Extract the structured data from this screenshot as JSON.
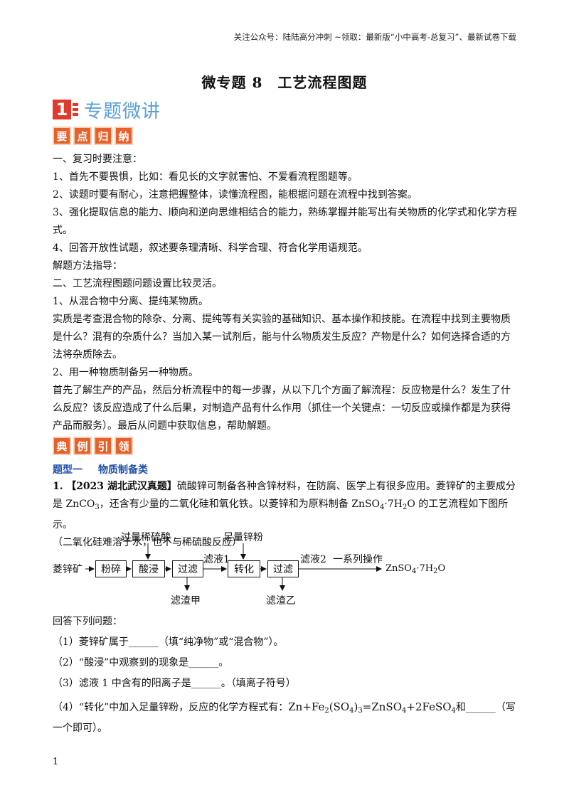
{
  "header_note": "关注公众号：陆陆高分冲刺  ~领取：最新版“小中高考-总复习”、最新试卷下载",
  "title": "微专题 8　工艺流程图题",
  "banner": {
    "number": "1",
    "text": "专题微讲"
  },
  "tags_summary": [
    "要",
    "点",
    "归",
    "纳"
  ],
  "tags_examples": [
    "典",
    "例",
    "引",
    "领"
  ],
  "paragraphs": [
    "一、复习时要注意：",
    "1、首先不要畏惧，比如：看见长的文字就害怕、不爱看流程图题等。",
    "2、读题时要有耐心，注意把握整体，读懂流程图，能根据问题在流程中找到答案。",
    "3、强化提取信息的能力、顺向和逆向思维相结合的能力，熟练掌握并能写出有关物质的化学式和化学方程式。",
    "4、回答开放性试题，叙述要条理清晰、科学合理、符合化学用语规范。",
    "解题方法指导：",
    "二、工艺流程图题问题设置比较灵活。",
    "1、从混合物中分离、提纯某物质。",
    "实质是考查混合物的除杂、分离、提纯等有关实验的基础知识、基本操作和技能。在流程中找到主要物质是什么？混有的杂质什么？当加入某一试剂后，能与什么物质发生反应？产物是什么？如何选择合适的方法将杂质除去。",
    "2、用一种物质制备另一种物质。",
    "首先了解生产的产品，然后分析流程中的每一步骤，从以下几个方面了解流程：反应物是什么？发生了什么反应？该反应造成了什么后果，对制造产品有什么作用（抓住一个关键点：一切反应或操作都是为获得产品而服务）。最后从问题中获取信息，帮助解题。"
  ],
  "question_type": {
    "label": "题型一",
    "name": "物质制备类"
  },
  "question": {
    "number": "1.",
    "source": "【2023 湖北武汉真题】",
    "text_a": "硫酸锌可制备各种含锌材料，在防腐、医学上有很多应用。菱锌矿的主要成分是 ZnCO",
    "text_a_sub": "3",
    "text_b": "，还含有少量的二氧化硅和氧化铁。以菱锌和为原料制备 ZnSO",
    "text_b_sub": "4",
    "text_c": "·7H",
    "text_c_sub": "2",
    "text_d": "O 的工艺流程如下图所示。",
    "note": "（二氧化硅难溶于水，也不与稀硫酸反应）"
  },
  "flow": {
    "input": "菱锌矿",
    "steps": [
      "粉碎",
      "酸浸",
      "过滤",
      "转化",
      "过滤"
    ],
    "reagent1": "过量稀硫酸",
    "reagent2": "足量锌粉",
    "filtrate1": "滤液1",
    "filtrate2": "滤液2",
    "ops": "一系列操作",
    "product_main": "ZnSO",
    "product_sub": "4",
    "product_tail": "·7H",
    "product_sub2": "2",
    "product_end": "O",
    "residue1": "滤渣甲",
    "residue2": "滤渣乙"
  },
  "answers_intro": "回答下列问题：",
  "sub_questions": [
    "（1）菱锌矿属于______（填“纯净物”或“混合物”）。",
    "（2）“酸浸”中观察到的现象是______。",
    "（3）滤液 1 中含有的阳离子是______。（填离子符号）"
  ],
  "q4": {
    "pre": "（4）“转化”中加入足量锌粉，反应的化学方程式有：",
    "eq_a": "Zn+Fe",
    "eq_sub1": "2",
    "eq_b": "(SO",
    "eq_sub2": "4",
    "eq_c": ")",
    "eq_sub3": "3",
    "eq_d": "=ZnSO",
    "eq_sub4": "4",
    "eq_e": "+2FeSO",
    "eq_sub5": "4",
    "post": "和______（写一个即可）。"
  },
  "page_number": "1"
}
